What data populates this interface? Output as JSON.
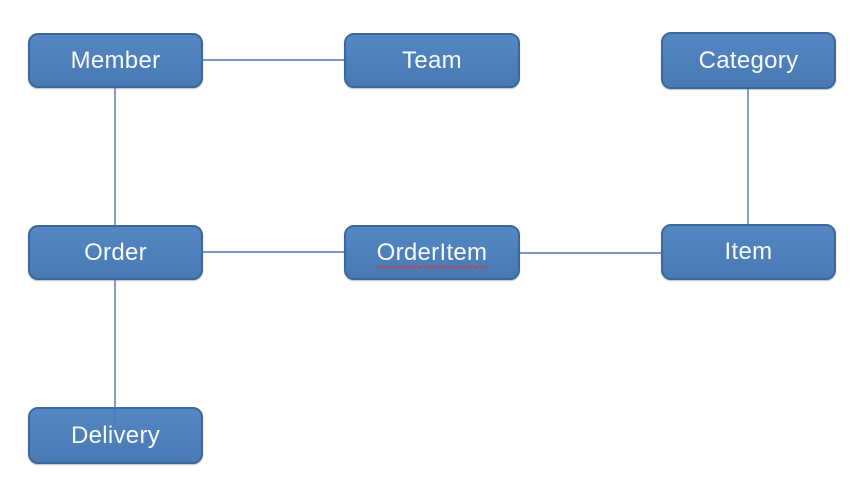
{
  "diagram": {
    "type": "entity-relationship",
    "nodes": {
      "member": {
        "label": "Member"
      },
      "team": {
        "label": "Team"
      },
      "category": {
        "label": "Category"
      },
      "order": {
        "label": "Order"
      },
      "orderitem": {
        "label": "OrderItem",
        "spellcheck_underline": true
      },
      "item": {
        "label": "Item"
      },
      "delivery": {
        "label": "Delivery"
      }
    },
    "edges": [
      {
        "from": "Member",
        "to": "Team"
      },
      {
        "from": "Member",
        "to": "Order"
      },
      {
        "from": "Category",
        "to": "Item"
      },
      {
        "from": "Order",
        "to": "OrderItem"
      },
      {
        "from": "OrderItem",
        "to": "Item"
      },
      {
        "from": "Order",
        "to": "Delivery"
      }
    ],
    "colors": {
      "node_fill": "#4f81bd",
      "node_border": "#3c6899",
      "node_text": "#ffffff",
      "connector": "#4a79ae",
      "spellcheck_squiggle": "#e03434",
      "background": "#ffffff"
    }
  }
}
